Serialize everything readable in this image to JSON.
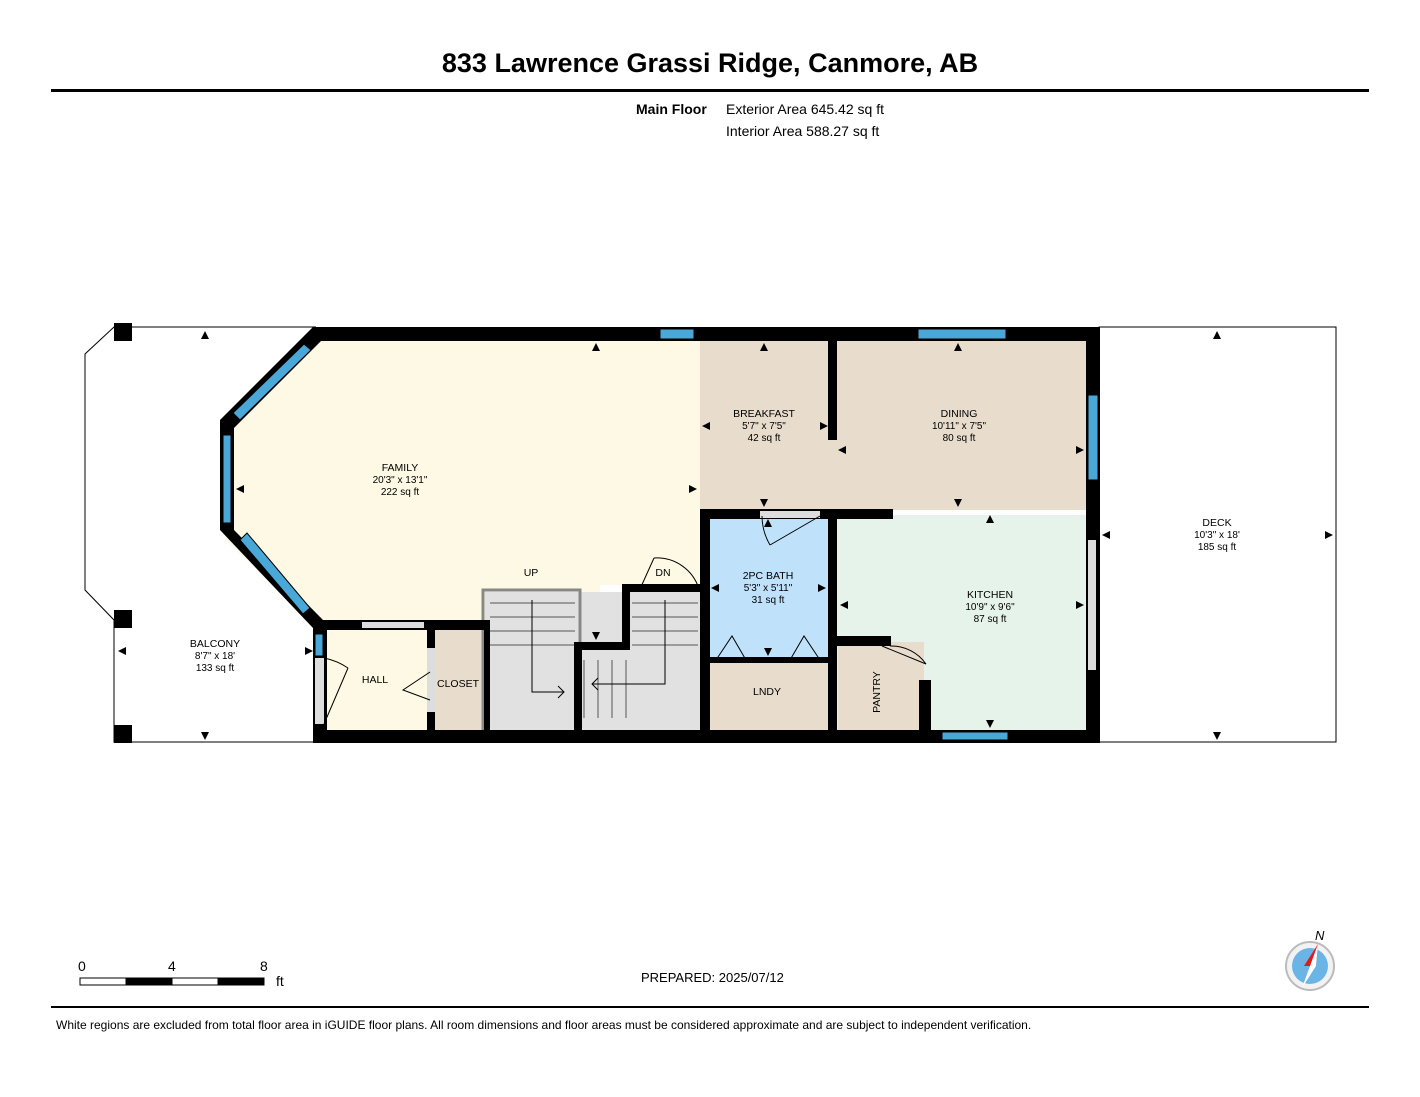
{
  "header": {
    "title": "833 Lawrence Grassi Ridge, Canmore, AB",
    "floor": "Main Floor",
    "exterior_area": "Exterior Area 645.42 sq ft",
    "interior_area": "Interior Area 588.27 sq ft"
  },
  "rooms": {
    "family": {
      "name": "FAMILY",
      "dims": "20'3\" x 13'1\"",
      "area": "222 sq ft"
    },
    "breakfast": {
      "name": "BREAKFAST",
      "dims": "5'7\" x 7'5\"",
      "area": "42 sq ft"
    },
    "dining": {
      "name": "DINING",
      "dims": "10'11\" x 7'5\"",
      "area": "80 sq ft"
    },
    "deck": {
      "name": "DECK",
      "dims": "10'3\" x 18'",
      "area": "185 sq ft"
    },
    "balcony": {
      "name": "BALCONY",
      "dims": "8'7\" x 18'",
      "area": "133 sq ft"
    },
    "bath": {
      "name": "2PC BATH",
      "dims": "5'3\" x 5'11\"",
      "area": "31 sq ft"
    },
    "kitchen": {
      "name": "KITCHEN",
      "dims": "10'9\" x 9'6\"",
      "area": "87 sq ft"
    },
    "hall": {
      "name": "HALL"
    },
    "closet": {
      "name": "CLOSET"
    },
    "lndy": {
      "name": "LNDY"
    },
    "pantry": {
      "name": "PANTRY"
    }
  },
  "stairs": {
    "up": "UP",
    "down": "DN"
  },
  "scale": {
    "ticks": [
      "0",
      "4",
      "8"
    ],
    "unit": "ft"
  },
  "compass": {
    "north": "N"
  },
  "footer": {
    "prepared": "PREPARED: 2025/07/12",
    "disclaimer": "White regions are excluded from total floor area in iGUIDE floor plans. All room dimensions and floor areas must be considered approximate and are subject to independent verification."
  },
  "colors": {
    "family": "#fdf9e4",
    "breakfast_dining": "#e8ddcd",
    "kitchen": "#e6f3ea",
    "bath": "#bfe2fa",
    "stairs": "#e1e1e1",
    "window": "#4aa8d8",
    "wall": "#000000"
  }
}
